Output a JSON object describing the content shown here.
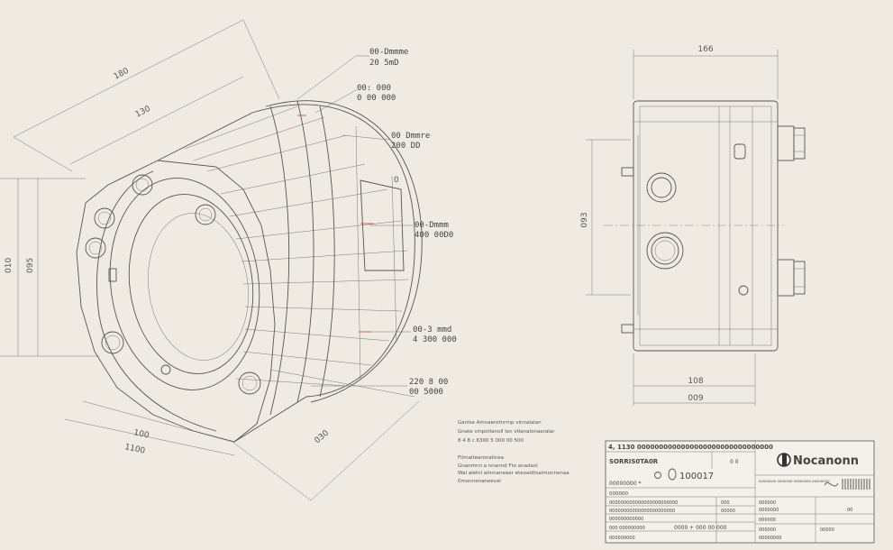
{
  "iso_view": {
    "dim_top_outer": "180",
    "dim_top_inner": "130",
    "dim_left_outer": "010",
    "dim_left_inner": "095",
    "dim_bottom_outer": "1100",
    "dim_bottom_inner": "100",
    "dim_bottom_right": "030",
    "small_label": "0"
  },
  "callouts": [
    {
      "line1": "00-Dmmme",
      "line2": "20 5mD"
    },
    {
      "line1": "00: 000",
      "line2": "0 00 000"
    },
    {
      "line1": "00 Dmmre",
      "line2": "200 DD"
    },
    {
      "line1": "00-Dmmm",
      "line2": "400 00D0"
    },
    {
      "line1": "00-3 mmd",
      "line2": "4 300 000"
    },
    {
      "line1": "220 8 00",
      "line2": "00 5000"
    }
  ],
  "front_view": {
    "dim_width_top": "166",
    "dim_height": "093",
    "dim_width_bottom_1": "108",
    "dim_width_bottom_2": "009"
  },
  "notes": {
    "block1": [
      "Ganlse Amnaeretnrrnp vinnalalan",
      "Gnate vinpotlanoll lon vtlanalonaeralar",
      "8 4 8 c 6300 5 000 00 500"
    ],
    "block2": [
      "Fllmaltearonalinea",
      "Gnanmnn a nnannd Fto anadavl",
      "Wal aletnl almnaneaer eteoaldtsaimonnenaa",
      "0monnenaneeval"
    ]
  },
  "title_block": {
    "header": "4, 1130 0000000000000000000000000000000",
    "logo_text": "Nocanonn",
    "row_title": "SORRIS0TA0R",
    "row_title_right": "0 0",
    "row_sub_left": "00000000 *",
    "drawing_no": "100017",
    "row_small": "000000",
    "rows_left": [
      {
        "label": "000000000000000000000000",
        "value": "000"
      },
      {
        "label": "00000000000000000000000",
        "value": "00000"
      },
      {
        "label": "000000000000",
        "value": ""
      },
      {
        "label": "000 000000000",
        "value": "0000 + 000 00 000"
      },
      {
        "label": "000000000",
        "value": ""
      }
    ],
    "right_small": "00000000 0000000 00000000 00000000",
    "rows_right": [
      {
        "label": "000000",
        "value": ""
      },
      {
        "label": "0000000",
        "value": "00"
      },
      {
        "label": "000000",
        "value": ""
      },
      {
        "label": "000000",
        "value": "00000"
      },
      {
        "label": "00000000",
        "value": ""
      }
    ]
  }
}
